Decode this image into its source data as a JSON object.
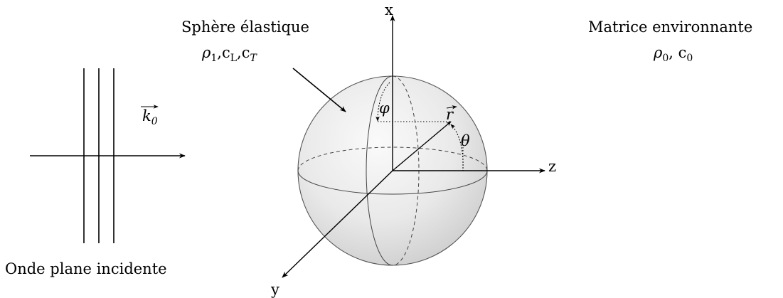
{
  "labels": {
    "sphere_title": "Sphère élastique",
    "matrix_title": "Matrice environnante",
    "incident_wave": "Onde plane incidente"
  },
  "sphere_props": {
    "rho": "ρ",
    "rho_sub": "1",
    "sep1": ",",
    "cl": "c",
    "cl_sub": "L",
    "sep2": ",",
    "ct": "c",
    "ct_sub": "T"
  },
  "matrix_props": {
    "rho": "ρ",
    "rho_sub": "0",
    "sep": ", ",
    "c": "c",
    "c_sub": "0"
  },
  "axes": {
    "x": "x",
    "y": "y",
    "z": "z"
  },
  "vectors": {
    "k": "k",
    "k_sub": "0",
    "r": "r"
  },
  "angles": {
    "phi": "φ",
    "theta": "θ"
  },
  "colors": {
    "sphere_light": "#fafafa",
    "sphere_mid": "#e9e9e9",
    "sphere_dark": "#c9c9c9",
    "line": "#000000",
    "sphere_outline": "#555555"
  }
}
